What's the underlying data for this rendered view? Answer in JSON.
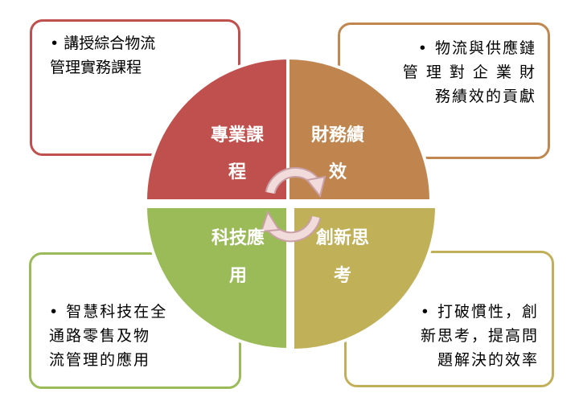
{
  "quadrants": [
    {
      "line1": "專業課",
      "line2": "程",
      "color": "#c0504d"
    },
    {
      "line1": "財務績",
      "line2": "效",
      "color": "#c0854f"
    },
    {
      "line1": "科技應",
      "line2": "用",
      "color": "#9bbb59"
    },
    {
      "line1": "創新思",
      "line2": "考",
      "color": "#c0b057"
    }
  ],
  "boxes": {
    "top_left": "• 講授綜合物流\n管理實務課程",
    "top_right": "• 物流與供應鏈\n管 理 對 企 業 財\n務績效的貢獻",
    "bottom_left": "• 智慧科技在全\n通路零售及物\n流管理的應用",
    "bottom_right": "• 打破慣性，創\n新思考，提高問\n題解決的效率"
  },
  "colors": {
    "arrow": "#f2dcdb",
    "arrow_border": "#c9a0a6"
  }
}
